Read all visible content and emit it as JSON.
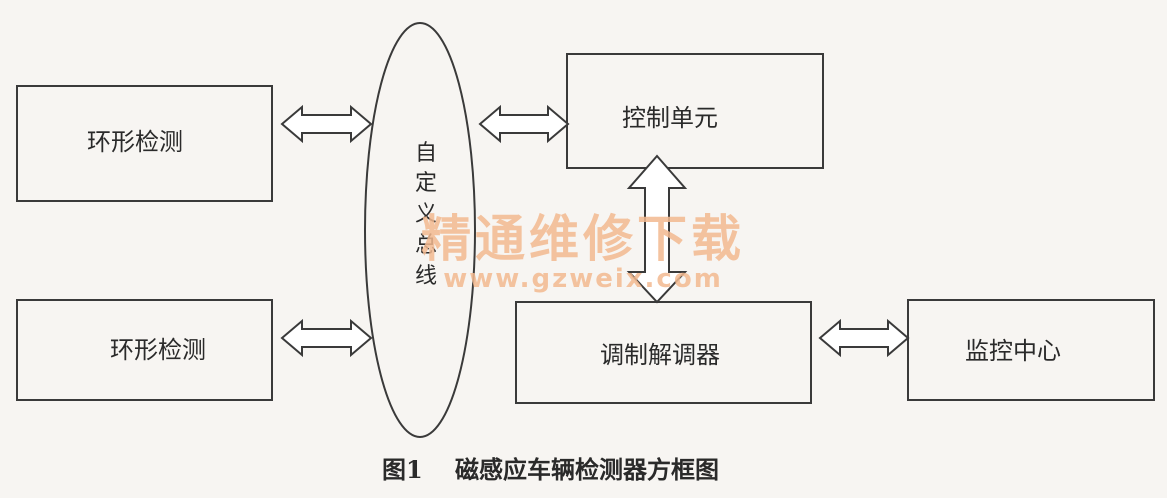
{
  "blocks": {
    "ring_detect_1": "环形检测",
    "ring_detect_2": "环形检测",
    "custom_bus": [
      "自",
      "定",
      "义",
      "总",
      "线"
    ],
    "control_unit": "控制单元",
    "modem": "调制解调器",
    "monitor_center": "监控中心"
  },
  "watermark": {
    "title": "精通维修下载",
    "url": "www.gzweix.com"
  },
  "caption": {
    "figure_number": "图1",
    "title": "磁感应车辆检测器方框图"
  }
}
